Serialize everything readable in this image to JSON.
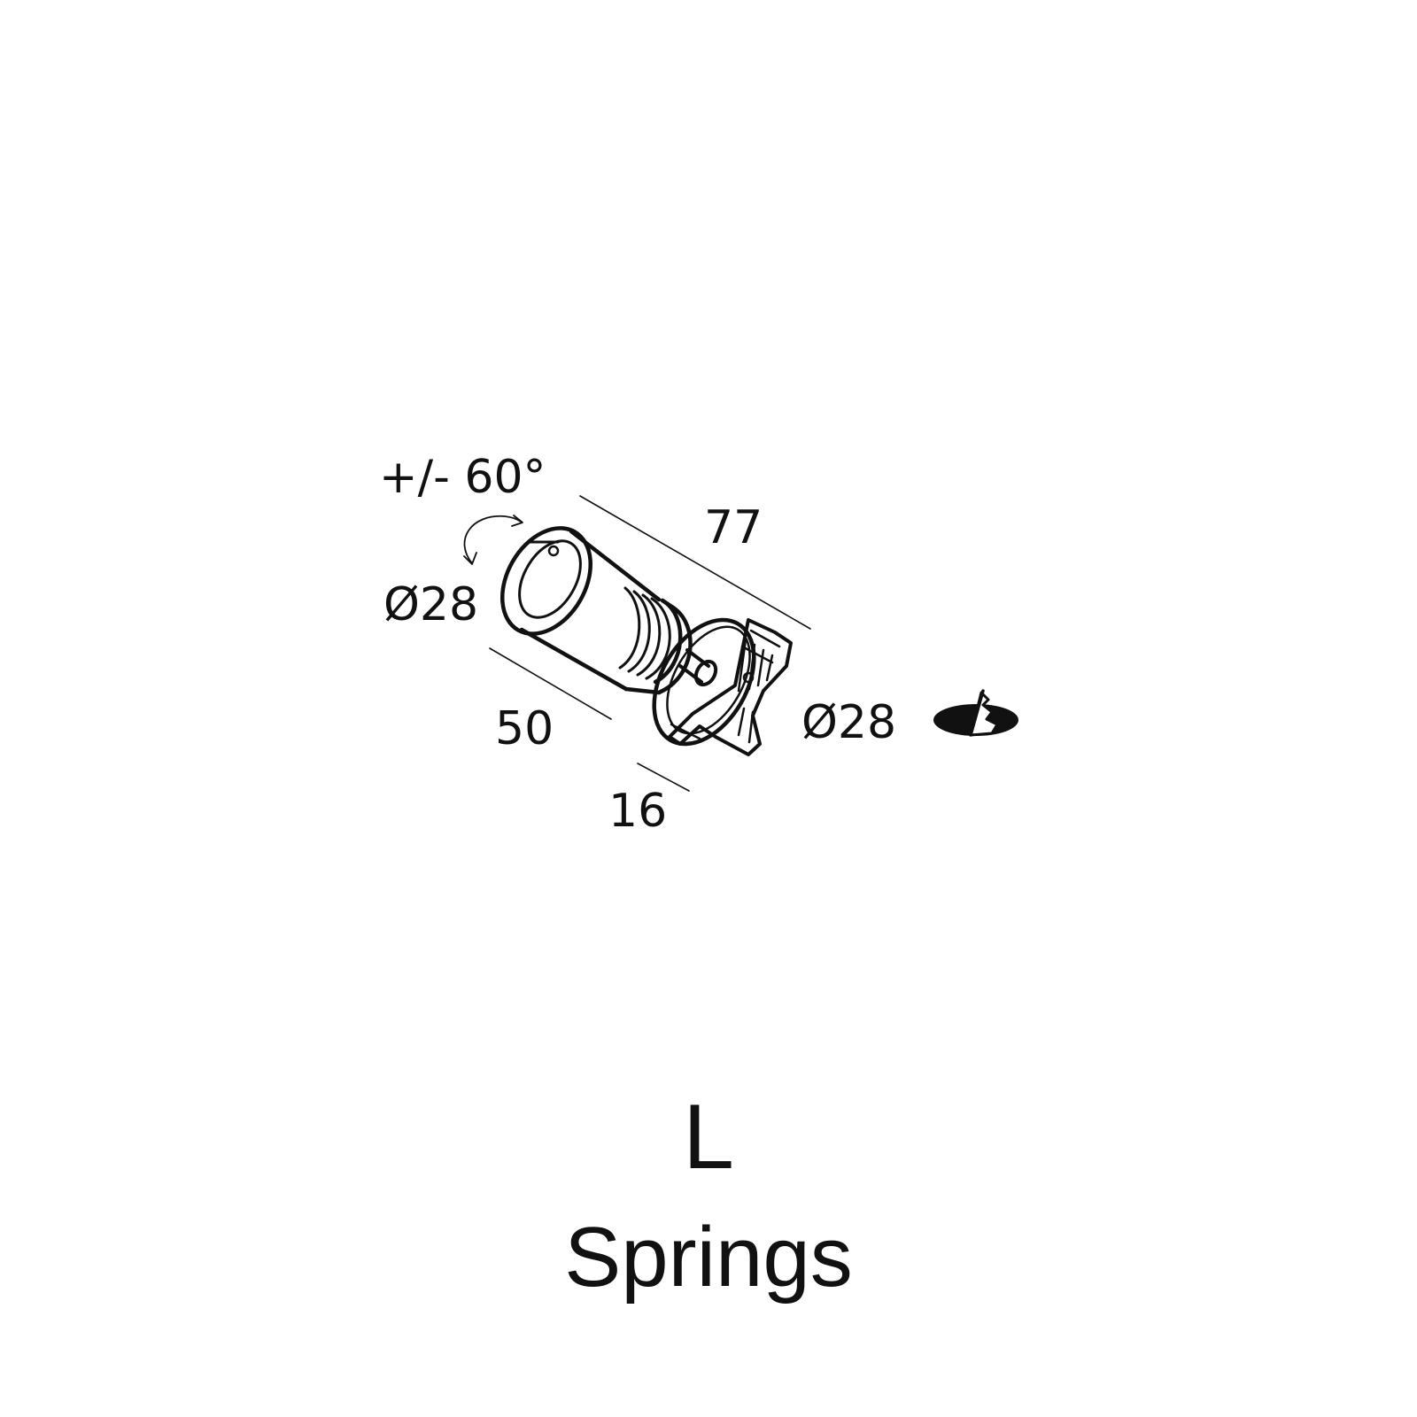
{
  "dimensions": {
    "tilt": "+/- 60°",
    "length_total": "77",
    "head_diameter": "Ø28",
    "head_length": "50",
    "base_length": "16",
    "cutout_diameter": "Ø28"
  },
  "caption": {
    "model": "L",
    "mounting": "Springs"
  }
}
